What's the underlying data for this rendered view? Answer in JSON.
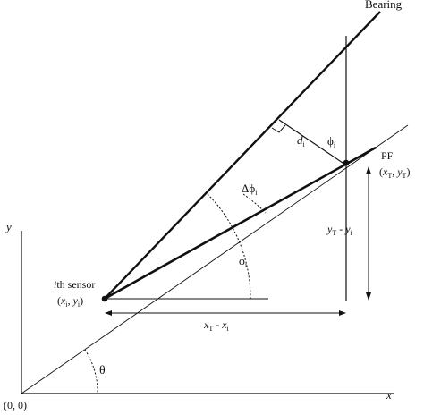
{
  "labels": {
    "bearing": "Bearing",
    "pf": "PF",
    "pf_coord_open": "(",
    "pf_coord_x": "x",
    "pf_coord_x_sub": "T",
    "pf_coord_sep": ", ",
    "pf_coord_y": "y",
    "pf_coord_y_sub": "T",
    "pf_coord_close": ")",
    "sensor_prefix": "i",
    "sensor_suffix": "th sensor",
    "sensor_coord_open": "(",
    "sensor_coord_x": "x",
    "sensor_coord_x_sub": "i",
    "sensor_coord_sep": ", ",
    "sensor_coord_y": "y",
    "sensor_coord_y_sub": "i",
    "sensor_coord_close": ")",
    "y_axis": "y",
    "x_axis": "x",
    "origin": "(0, 0)",
    "theta": "θ",
    "dx_a": "x",
    "dx_a_sub": "T",
    "dx_minus": " - ",
    "dx_b": "x",
    "dx_b_sub": "i",
    "dy_a": "y",
    "dy_a_sub": "T",
    "dy_minus": " - ",
    "dy_b": "y",
    "dy_b_sub": "i",
    "d": "d",
    "d_sub": "i",
    "phi_right": "ϕ",
    "phi_right_sub": "i",
    "delta_phi": "Δϕ",
    "delta_phi_sub": "i",
    "phi_bottom": "ϕ",
    "phi_bottom_sub": "i"
  }
}
